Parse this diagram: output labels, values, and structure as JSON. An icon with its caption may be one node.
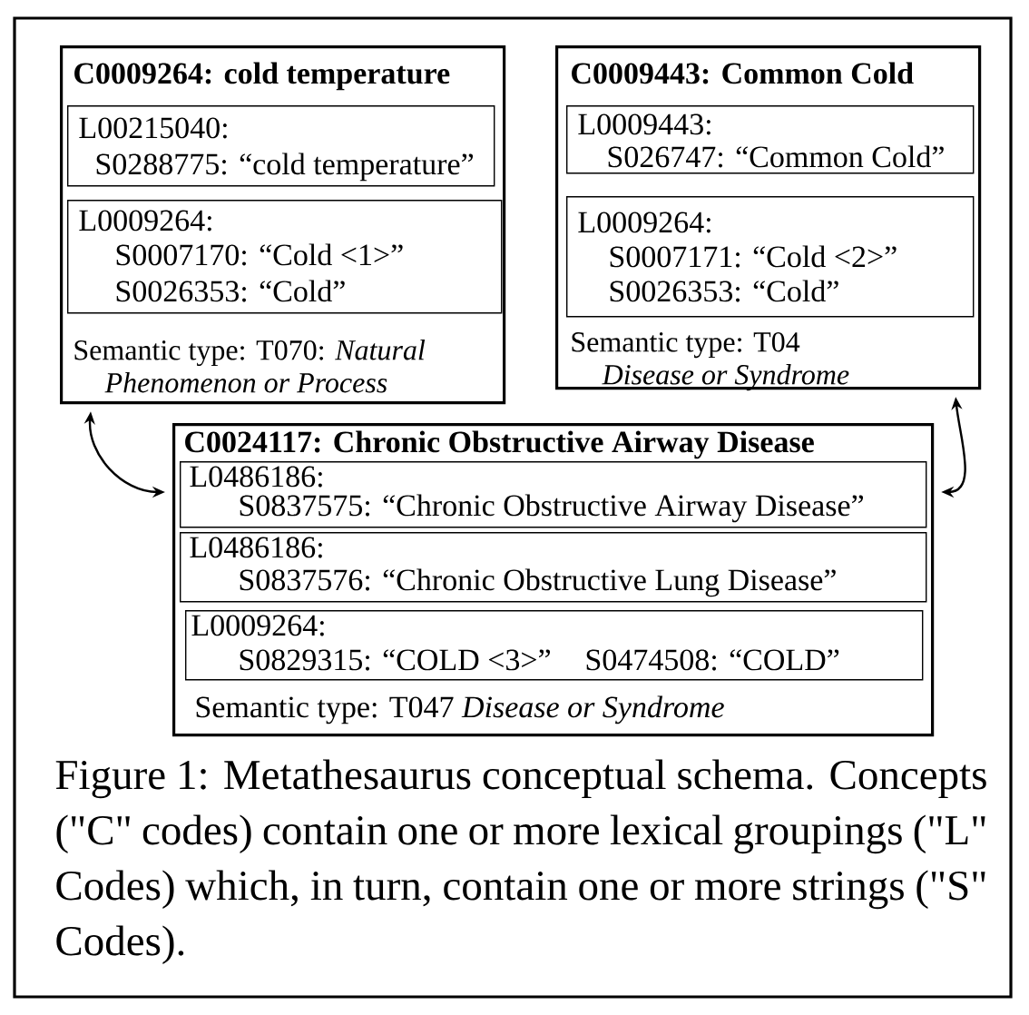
{
  "diagram": {
    "caption": "Figure 1:  Metathesaurus conceptual schema. Concepts (\"C\" codes) contain one or more lexical groupings (\"L\" Codes) which, in turn, contain one or more strings (\"S\" Codes).",
    "nodes": [
      {
        "text": [
          "C0009264:  cold temperature",
          "Semantic type:  T070: *Natural Phenomenon or Process*"
        ]
      },
      {
        "text": [
          "L00215040:",
          "S0288775: “cold temperature”"
        ],
        "in": 0
      },
      {
        "text": [
          "L0009264:",
          "S0007170: “Cold <1>”",
          "S0026353: “Cold”"
        ],
        "in": 0
      },
      {
        "text": [
          "C0009443:  Common Cold",
          "Semantic type:  T04 *Disease or Syndrome*"
        ]
      },
      {
        "text": [
          "L0009443:",
          "S026747: “Common Cold”"
        ],
        "in": 3
      },
      {
        "text": [
          "L0009264:",
          "S0007171: “Cold <2>”",
          "S0026353: “Cold”"
        ],
        "in": 3
      },
      {
        "text": [
          "C0024117:  Chronic  Obstructive Airway Disease",
          "Semantic type:  T047 *Disease or Syndrome*"
        ]
      },
      {
        "text": [
          "L0486186:",
          "S0837575: “Chronic Obstructive Airway Disease”"
        ],
        "in": 6
      },
      {
        "text": [
          "L0486186:",
          "S0837576: “Chronic Obstructive Lung Disease”"
        ],
        "in": 6
      },
      {
        "text": [
          "L0009264:",
          "S0829315: “COLD <3>”",
          "S0474508: “COLD”"
        ],
        "in": 6
      }
    ],
    "edges": [
      {
        "from": 0,
        "to": 6,
        "arrow": "both"
      },
      {
        "from": 3,
        "to": 6,
        "arrow": "both"
      }
    ]
  }
}
